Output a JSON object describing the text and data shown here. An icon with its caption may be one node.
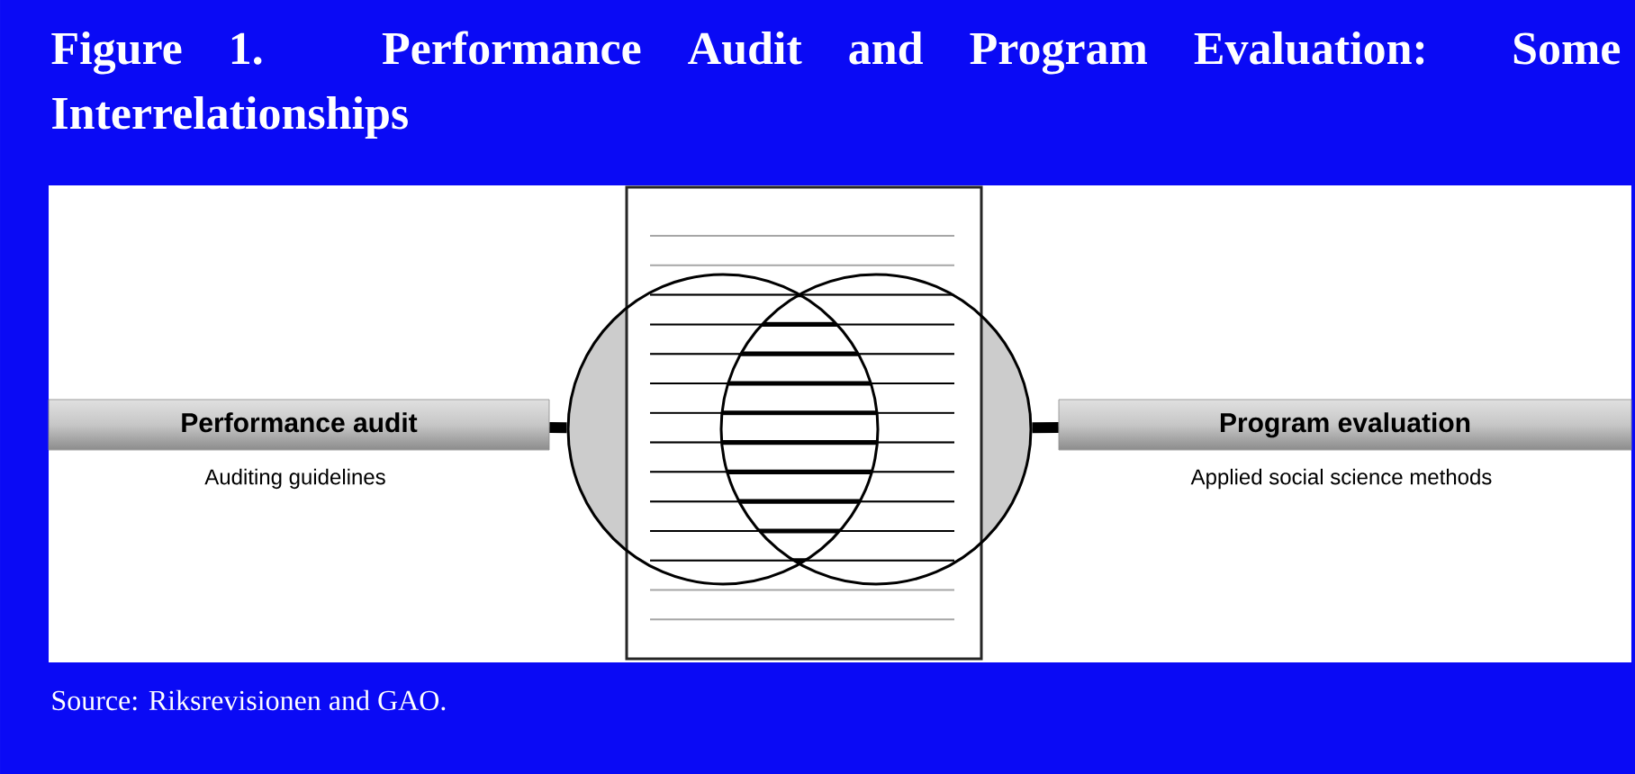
{
  "diagram": {
    "title": "Figure 1. Performance Audit and Program Evaluation: Some Interrelationships",
    "caption": "Source: Riksrevisionen and GAO.",
    "nodes": [
      {
        "text": [
          "Performance audit"
        ],
        "beside": [
          "Auditing guidelines"
        ]
      },
      {
        "text": [],
        "shape": "circle"
      },
      {
        "text": [],
        "shape": "circle"
      },
      {
        "text": [
          "Program evaluation"
        ],
        "beside": [
          "Applied social science methods"
        ]
      }
    ],
    "edges": [
      {
        "from": 0,
        "to": 1,
        "arrow": "none"
      },
      {
        "from": 3,
        "to": 2,
        "arrow": "none"
      }
    ]
  }
}
